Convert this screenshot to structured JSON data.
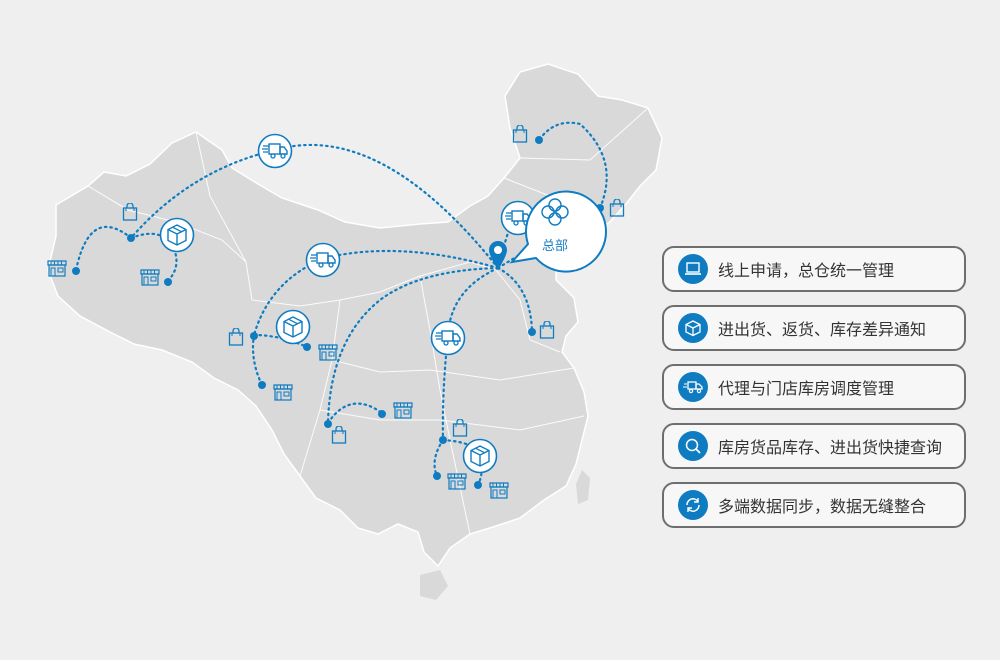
{
  "colors": {
    "accent": "#0f7cc1",
    "map_fill": "#d8d8d8",
    "background": "#efefef"
  },
  "map": {
    "hq_label": "总部",
    "icons": [
      "truck-icon",
      "box-icon",
      "shopping-bag-icon",
      "store-icon",
      "location-pin-icon",
      "hq-logo-icon"
    ]
  },
  "features": [
    {
      "icon": "laptop-icon",
      "label": "线上申请，总仓统一管理"
    },
    {
      "icon": "box-icon",
      "label": "进出货、返货、库存差异通知"
    },
    {
      "icon": "truck-icon",
      "label": "代理与门店库房调度管理"
    },
    {
      "icon": "search-icon",
      "label": "库房货品库存、进出货快捷查询"
    },
    {
      "icon": "sync-icon",
      "label": "多端数据同步，数据无缝整合"
    }
  ]
}
